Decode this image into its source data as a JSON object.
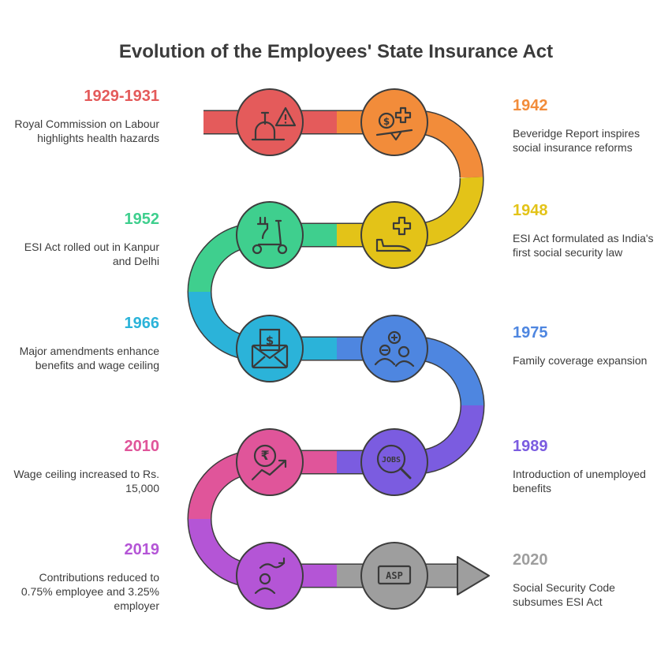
{
  "title": "Evolution of the Employees' State Insurance Act",
  "events": [
    {
      "year": "1929-1931",
      "desc": "Royal Commission on Labour highlights health hazards",
      "color": "#e45b5b",
      "side": "left",
      "icon": "warning-hazard-icon"
    },
    {
      "year": "1942",
      "desc": "Beveridge Report inspires social insurance reforms",
      "color": "#f28c3a",
      "side": "right",
      "icon": "money-health-scale-icon"
    },
    {
      "year": "1948",
      "desc": "ESI Act formulated as India's first social security law",
      "color": "#e3c318",
      "side": "right",
      "icon": "health-cross-hand-icon"
    },
    {
      "year": "1952",
      "desc": "ESI Act rolled out in Kanpur and Delhi",
      "color": "#3fcf8e",
      "side": "left",
      "icon": "electric-scooter-icon"
    },
    {
      "year": "1966",
      "desc": "Major amendments enhance benefits and wage ceiling",
      "color": "#2bb3d9",
      "side": "left",
      "icon": "salary-envelope-icon"
    },
    {
      "year": "1975",
      "desc": "Family coverage expansion",
      "color": "#4e86e0",
      "side": "right",
      "icon": "family-coverage-icon"
    },
    {
      "year": "1989",
      "desc": "Introduction of unemployed benefits",
      "color": "#7b5ce0",
      "side": "right",
      "icon": "job-search-icon"
    },
    {
      "year": "2010",
      "desc": "Wage ceiling increased to Rs. 15,000",
      "color": "#e0559a",
      "side": "left",
      "icon": "rupee-growth-icon"
    },
    {
      "year": "2019",
      "desc": "Contributions reduced to 0.75% employee and 3.25% employer",
      "color": "#b455d6",
      "side": "left",
      "icon": "person-reduction-icon"
    },
    {
      "year": "2020",
      "desc": "Social Security Code subsumes ESI Act",
      "color": "#9e9e9e",
      "side": "right",
      "icon": "asp-sign-icon"
    }
  ],
  "icon_labels": {
    "jobs": "JOBS",
    "asp": "ASP"
  }
}
